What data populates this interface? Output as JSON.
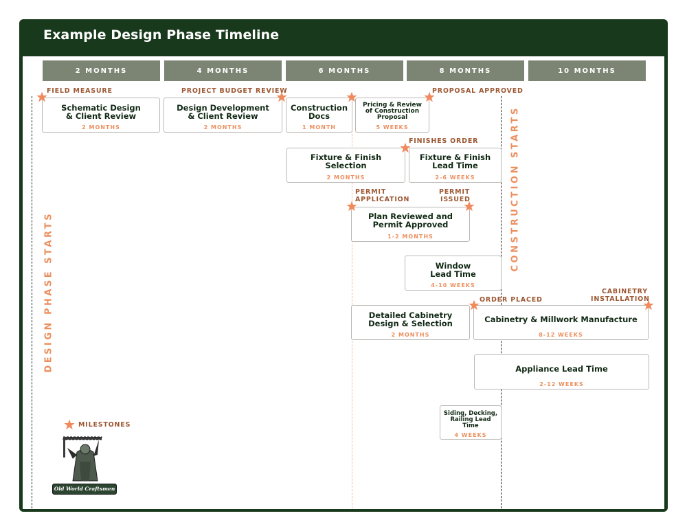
{
  "title": "Example Design Phase Timeline",
  "months": [
    "2 MONTHS",
    "4 MONTHS",
    "6 MONTHS",
    "8 MONTHS",
    "10 MONTHS"
  ],
  "tasks": [
    {
      "id": "schematic",
      "line1": "Schematic Design",
      "line2": "& Client Review",
      "duration": "2 MONTHS"
    },
    {
      "id": "design-dev",
      "line1": "Design Development",
      "line2": "& Client Review",
      "duration": "2 MONTHS"
    },
    {
      "id": "construction-docs",
      "line1": "Construction",
      "line2": "Docs",
      "duration": "1 MONTH"
    },
    {
      "id": "pricing",
      "line1": "Pricing & Review",
      "line2": "of Construction",
      "line3": "Proposal",
      "duration": "5 WEEKS"
    },
    {
      "id": "fixture-selection",
      "line1": "Fixture & Finish",
      "line2": "Selection",
      "duration": "2 MONTHS"
    },
    {
      "id": "fixture-lead",
      "line1": "Fixture & Finish",
      "line2": "Lead Time",
      "duration": "2-6 WEEKS"
    },
    {
      "id": "permit",
      "line1": "Plan Reviewed and",
      "line2": "Permit Approved",
      "duration": "1-2 MONTHS"
    },
    {
      "id": "window",
      "line1": "Window",
      "line2": "Lead Time",
      "duration": "4-10 WEEKS"
    },
    {
      "id": "cabinetry-design",
      "line1": "Detailed Cabinetry",
      "line2": "Design & Selection",
      "duration": "2 MONTHS"
    },
    {
      "id": "cabinetry-manufacture",
      "line1": "Cabinetry & Millwork Manufacture",
      "duration": "8-12 WEEKS"
    },
    {
      "id": "appliance",
      "line1": "Appliance Lead Time",
      "duration": "2-12 WEEKS"
    },
    {
      "id": "siding",
      "line1": "Siding, Decking,",
      "line2": "Railing Lead",
      "line3": "Time",
      "duration": "4 WEEKS"
    }
  ],
  "milestones": {
    "field_measure": "FIELD MEASURE",
    "budget_review": "PROJECT BUDGET REVIEW",
    "proposal_approved": "PROPOSAL APPROVED",
    "finishes_order": "FINISHES ORDER",
    "permit_application_1": "PERMIT",
    "permit_application_2": "APPLICATION",
    "permit_issued_1": "PERMIT",
    "permit_issued_2": "ISSUED",
    "order_placed": "ORDER PLACED",
    "cabinetry_installation_1": "CABINETRY",
    "cabinetry_installation_2": "INSTALLATION"
  },
  "vertical_labels": {
    "design_phase": "DESIGN PHASE STARTS",
    "construction": "CONSTRUCTION STARTS"
  },
  "legend": {
    "milestones": "MILESTONES",
    "icon": "star-icon"
  },
  "logo": {
    "text": "Old World Craftsmen"
  },
  "colors": {
    "frame": "#18391b",
    "header": "#7c8573",
    "accent": "#ec8f5f",
    "milestone_text": "#9c5732",
    "task_text": "#112914"
  }
}
